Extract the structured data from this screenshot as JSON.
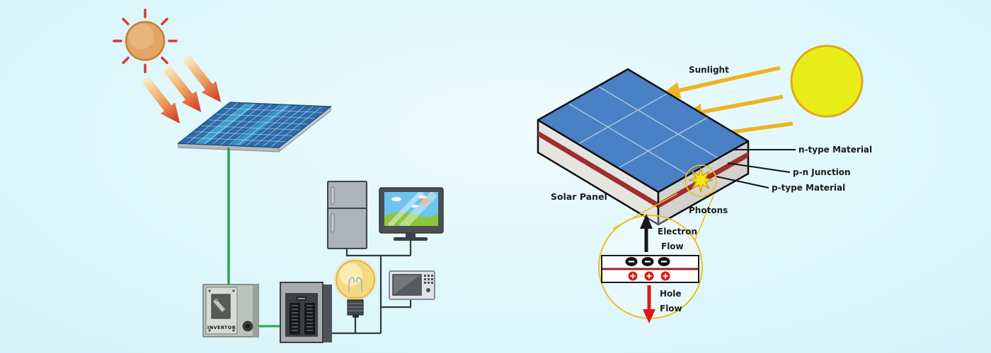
{
  "left_system": {
    "inverter_label": "INVERTOR",
    "icons": [
      "sun-icon",
      "sunbeam-arrows",
      "solar-panel",
      "inverter",
      "breaker-panel",
      "refrigerator",
      "monitor",
      "light-bulb",
      "microwave"
    ]
  },
  "right_panel_diagram": {
    "sunlight_label": "Sunlight",
    "solar_panel_label": "Solar Panel",
    "photons_label": "Photons",
    "n_type_label": "n-type Material",
    "pn_junction_label": "p-n Junction",
    "p_type_label": "p-type Material",
    "electron_flow": {
      "word1": "Electron",
      "word2": "Flow"
    },
    "hole_flow": {
      "word1": "Hole",
      "word2": "Flow"
    },
    "electron_symbol": "−",
    "hole_symbol": "+"
  },
  "colors": {
    "background_center": "#eefbfe",
    "background_edge": "#d5f1f9",
    "panel_blue_left": "#2b6cab",
    "panel_blue_right": "#4a80c4",
    "junction_red": "#9e2e2e",
    "sun_yellow": "#e9ed17",
    "sun_tan": "#e0a567",
    "ray_red": "#d8392e",
    "arrow_yellow": "#edb41f",
    "wire_green": "#29a454",
    "wire_dark": "#33383b",
    "hole_red": "#e21717",
    "label_dark": "#1b1b1b"
  }
}
